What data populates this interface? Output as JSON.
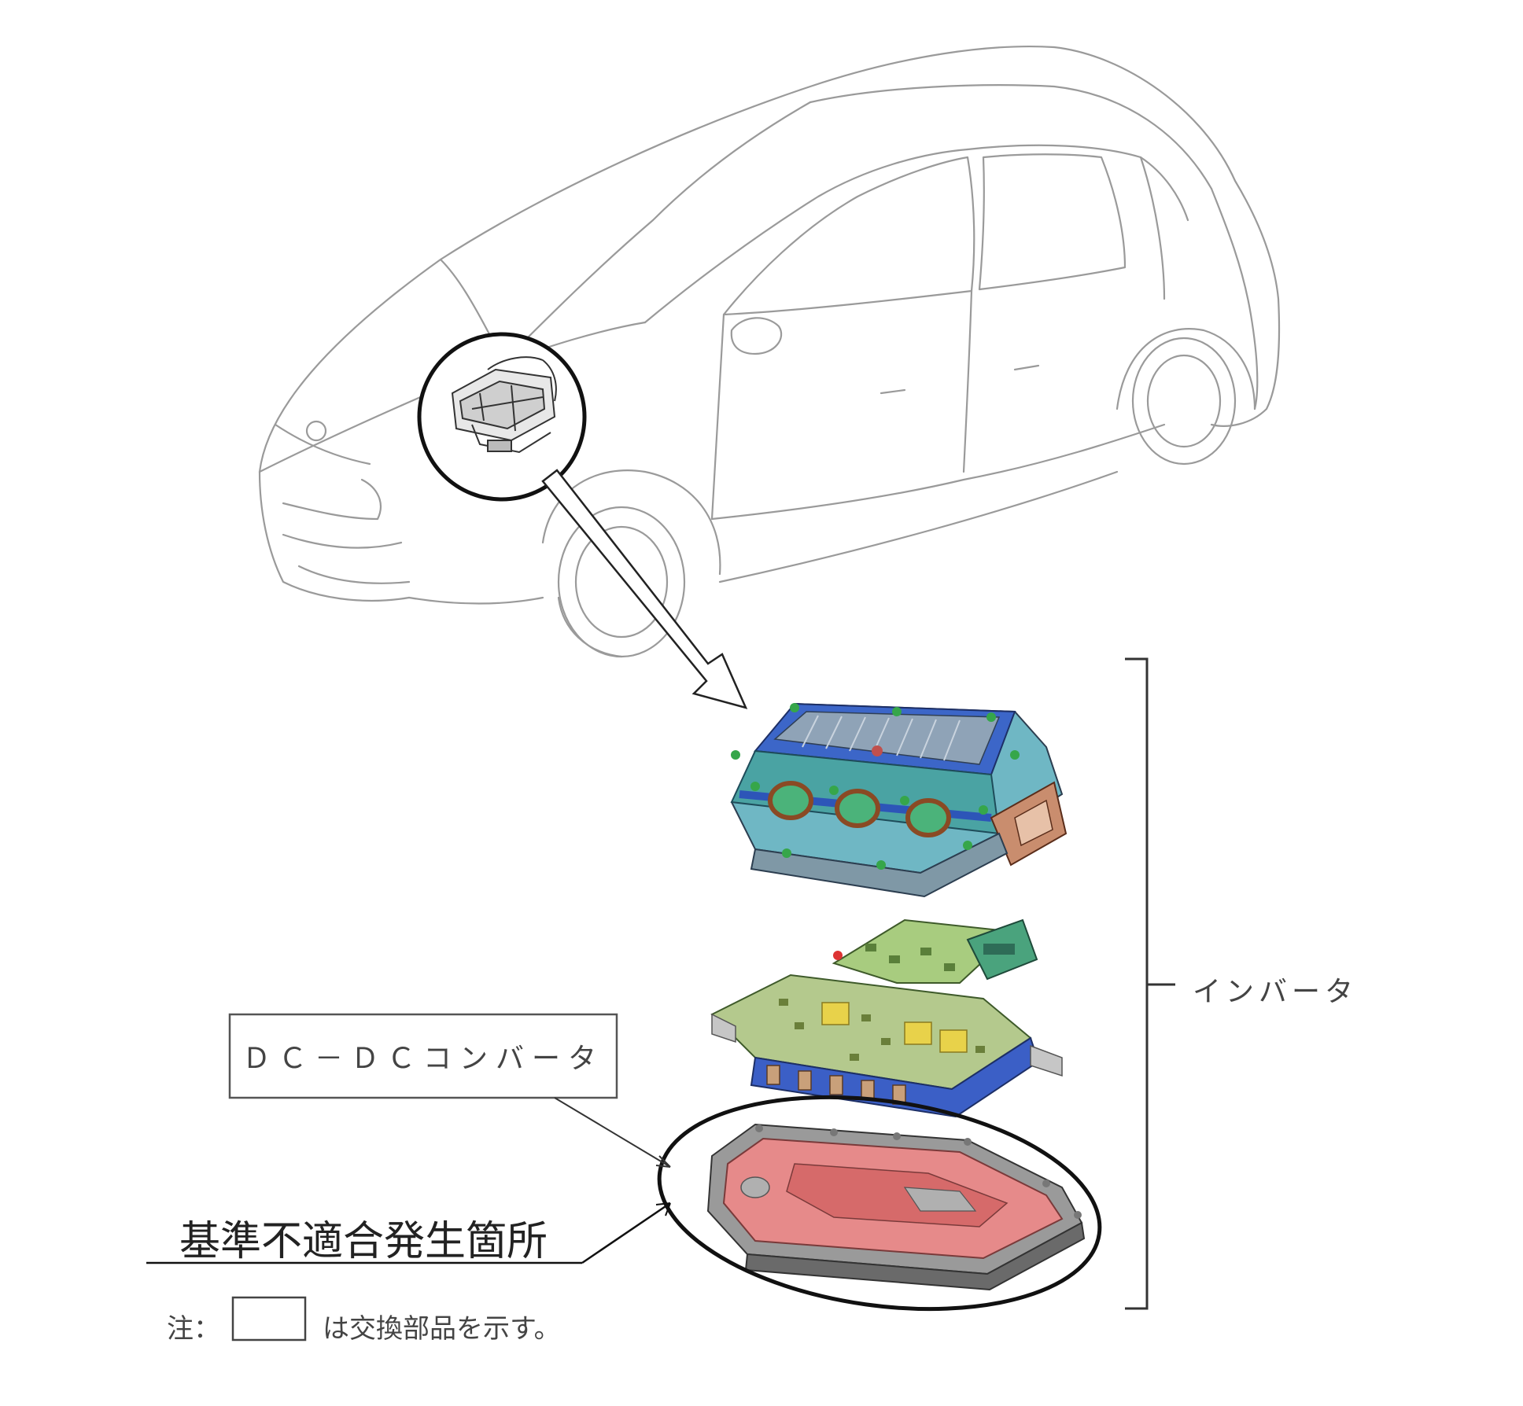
{
  "labels": {
    "dcdc_converter": "ＤＣ－ＤＣコンバータ",
    "inverter": "インバータ",
    "defect_location": "基準不適合発生箇所",
    "note_prefix": "注：",
    "note_suffix": "は交換部品を示す。"
  },
  "colors": {
    "car_outline": "#9a9a9a",
    "leader_line": "#333333",
    "inverter_blue": "#2f58b8",
    "inverter_teal": "#5fb8b0",
    "board_green": "#9fc46e",
    "board_yellow": "#e8d24a",
    "dcdc_red": "#e07a7a",
    "dcdc_grey": "#8d8d8d"
  }
}
